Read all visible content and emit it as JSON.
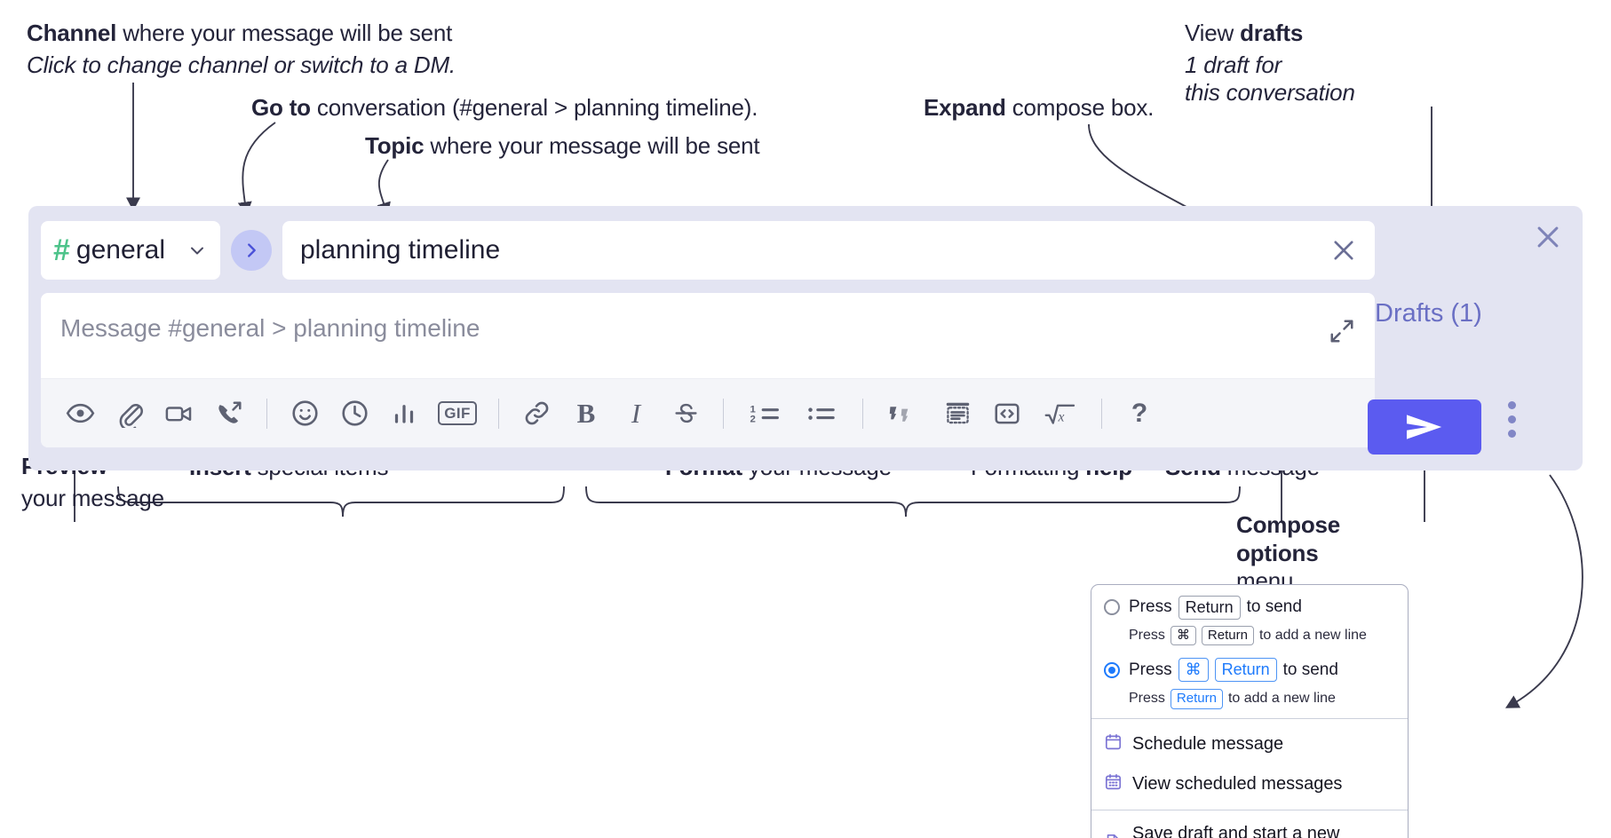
{
  "annotations": {
    "channel": {
      "bold": "Channel",
      "rest": " where your message will be sent",
      "sub": "Click to change channel or switch to a DM."
    },
    "goto": {
      "bold": "Go to",
      "rest": " conversation (#general > planning timeline)."
    },
    "topic": {
      "bold": "Topic",
      "rest": " where your message will be sent"
    },
    "expand": {
      "bold": "Expand",
      "rest": " compose box."
    },
    "drafts": {
      "lead": "View ",
      "bold": "drafts",
      "sub1": "1 draft for",
      "sub2": "this conversation"
    },
    "preview": {
      "bold": "Preview",
      "sub": "your message"
    },
    "insert": {
      "bold": "Insert",
      "rest": " special items"
    },
    "format": {
      "bold": "Format",
      "rest": " your message"
    },
    "formatting_help": {
      "lead": "Formatting ",
      "bold": "help"
    },
    "send": {
      "bold": "Send",
      "rest": " message"
    },
    "compose_options": {
      "bold1": "Compose",
      "bold2": "options",
      "rest": "menu"
    }
  },
  "compose": {
    "channel_name": "general",
    "hash_symbol": "#",
    "topic_value": "planning timeline",
    "message_placeholder": "Message #general > planning timeline",
    "drafts_label": "Drafts (1)",
    "toolbar": [
      {
        "name": "preview-icon",
        "label": "Preview"
      },
      {
        "name": "attachment-icon",
        "label": "Attach file"
      },
      {
        "name": "video-camera-icon",
        "label": "Video clip"
      },
      {
        "name": "audio-clip-icon",
        "label": "Audio clip"
      },
      {
        "name": "divider",
        "label": ""
      },
      {
        "name": "emoji-icon",
        "label": "Emoji"
      },
      {
        "name": "schedule-clock-icon",
        "label": "Schedule"
      },
      {
        "name": "poll-bar-chart-icon",
        "label": "Poll"
      },
      {
        "name": "gif-icon",
        "label": "GIF"
      },
      {
        "name": "divider",
        "label": ""
      },
      {
        "name": "link-icon",
        "label": "Link"
      },
      {
        "name": "bold-icon",
        "label": "B"
      },
      {
        "name": "italic-icon",
        "label": "I"
      },
      {
        "name": "strikethrough-icon",
        "label": "S"
      },
      {
        "name": "divider",
        "label": ""
      },
      {
        "name": "ordered-list-icon",
        "label": "Ordered list"
      },
      {
        "name": "bulleted-list-icon",
        "label": "Bulleted list"
      },
      {
        "name": "divider",
        "label": ""
      },
      {
        "name": "blockquote-icon",
        "label": "Blockquote"
      },
      {
        "name": "code-block-icon",
        "label": "Code block"
      },
      {
        "name": "inline-code-icon",
        "label": "Code"
      },
      {
        "name": "math-icon",
        "label": "Math"
      },
      {
        "name": "divider",
        "label": ""
      },
      {
        "name": "help-icon",
        "label": "?"
      }
    ],
    "gif_label": "GIF",
    "bold_label": "B",
    "italic_label": "I",
    "strike_label": "S",
    "math_label": "x",
    "help_label": "?",
    "code_label": "<>"
  },
  "menu": {
    "option1": {
      "main_pre": "Press",
      "main_key": "Return",
      "main_post": "to send",
      "sub_pre": "Press",
      "sub_key1": "⌘",
      "sub_key2": "Return",
      "sub_post": "to add a new line",
      "selected": false
    },
    "option2": {
      "main_pre": "Press",
      "main_key1": "⌘",
      "main_key2": "Return",
      "main_post": "to send",
      "sub_pre": "Press",
      "sub_key": "Return",
      "sub_post": "to add a new line",
      "selected": true
    },
    "items": [
      {
        "icon": "calendar-schedule-icon",
        "label": "Schedule message"
      },
      {
        "icon": "calendar-grid-icon",
        "label": "View scheduled messages"
      },
      {
        "icon": "save-draft-icon",
        "label": "Save draft and start a new message"
      }
    ]
  },
  "colors": {
    "compose_bg": "#e3e4f2",
    "send_purple": "#5b5bf0",
    "hash_green": "#4dc38a",
    "drafts_link": "#6a6fc4",
    "menu_accent_blue": "#1d7afc",
    "menu_icon_purple": "#7b74d4"
  }
}
